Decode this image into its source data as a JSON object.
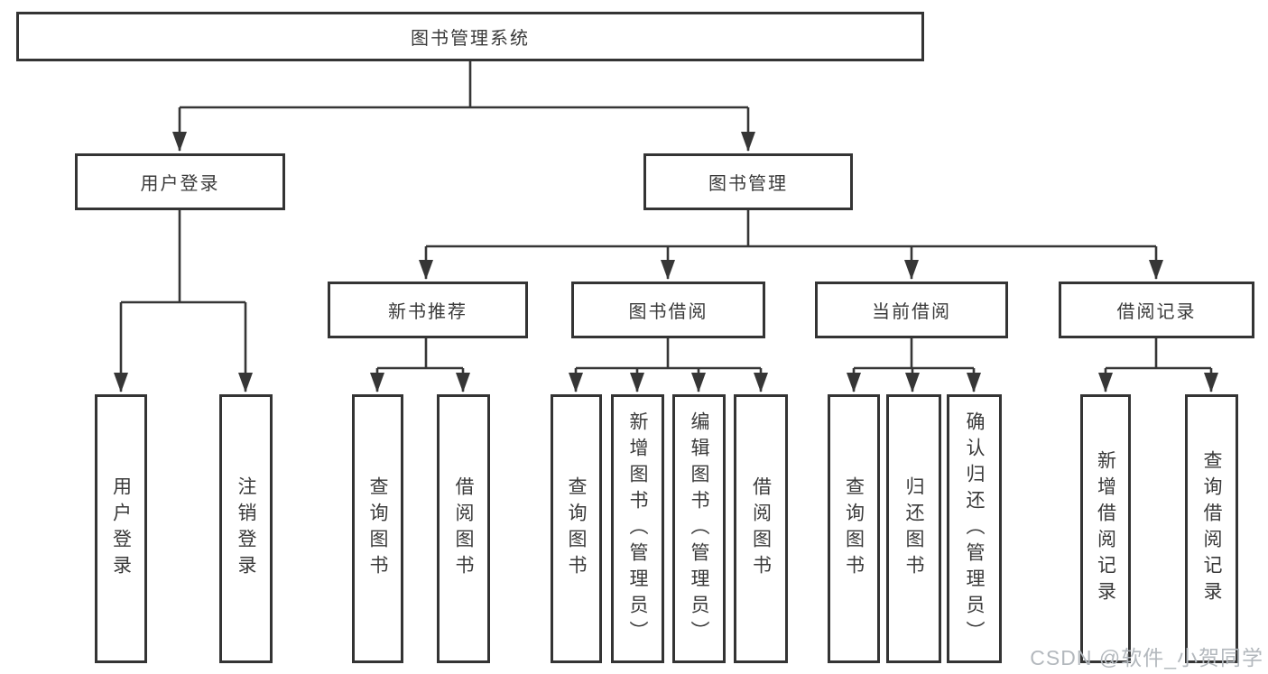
{
  "tree": {
    "root": "图书管理系统",
    "children": [
      {
        "label": "用户登录",
        "children": [
          "用户登录",
          "注销登录"
        ]
      },
      {
        "label": "图书管理",
        "children": [
          {
            "label": "新书推荐",
            "children": [
              "查询图书",
              "借阅图书"
            ]
          },
          {
            "label": "图书借阅",
            "children": [
              "查询图书",
              "新增图书（管理员）",
              "编辑图书（管理员）",
              "借阅图书"
            ]
          },
          {
            "label": "当前借阅",
            "children": [
              "查询图书",
              "归还图书",
              "确认归还（管理员）"
            ]
          },
          {
            "label": "借阅记录",
            "children": [
              "新增借阅记录",
              "查询借阅记录"
            ]
          }
        ]
      }
    ]
  },
  "watermark": "CSDN @软件_小贺同学",
  "colors": {
    "background": "#ffffff",
    "line": "#363636",
    "border": "#343434",
    "text": "#3a3a3a",
    "watermark": "#b3b8bd"
  }
}
